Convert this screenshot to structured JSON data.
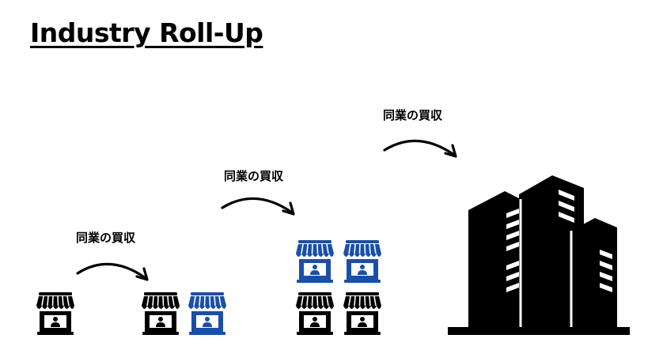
{
  "title": "Industry Roll-Up",
  "steps": [
    {
      "label": "同業の買収"
    },
    {
      "label": "同業の買収"
    },
    {
      "label": "同業の買収"
    }
  ],
  "colors": {
    "acquired_store": "#1a4fa8",
    "original_store": "#000000",
    "text": "#000000",
    "background": "#ffffff"
  },
  "icons": {
    "store": "store-icon",
    "arrow": "curved-arrow-icon",
    "buildings": "office-buildings-icon"
  }
}
